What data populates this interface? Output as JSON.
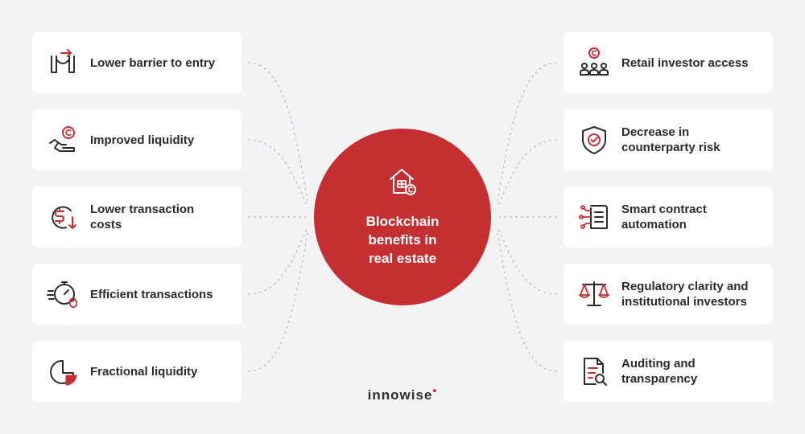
{
  "hub": {
    "title": "Blockchain\nbenefits in\nreal estate",
    "icon": "house-coin-icon"
  },
  "left": [
    {
      "label": "Lower barrier to entry",
      "icon": "barrier-arrow-icon"
    },
    {
      "label": "Improved liquidity",
      "icon": "hand-coin-icon"
    },
    {
      "label": "Lower transaction\ncosts",
      "icon": "dollar-down-icon"
    },
    {
      "label": "Efficient transactions",
      "icon": "stopwatch-fire-icon"
    },
    {
      "label": "Fractional liquidity",
      "icon": "pie-slice-icon"
    }
  ],
  "right": [
    {
      "label": "Retail investor access",
      "icon": "investors-coin-icon"
    },
    {
      "label": "Decrease in\ncounterparty risk",
      "icon": "shield-check-icon"
    },
    {
      "label": "Smart contract\nautomation",
      "icon": "contract-circuit-icon"
    },
    {
      "label": "Regulatory clarity and\ninstitutional investors",
      "icon": "scales-icon"
    },
    {
      "label": "Auditing and\ntransparency",
      "icon": "document-search-icon"
    }
  ],
  "logo": {
    "text": "innowise",
    "dot": "•"
  },
  "colors": {
    "accent": "#c62f32",
    "text": "#2b2b2b",
    "background": "#f3f3f5",
    "card": "#ffffff",
    "connector": "#b9b9bf"
  }
}
